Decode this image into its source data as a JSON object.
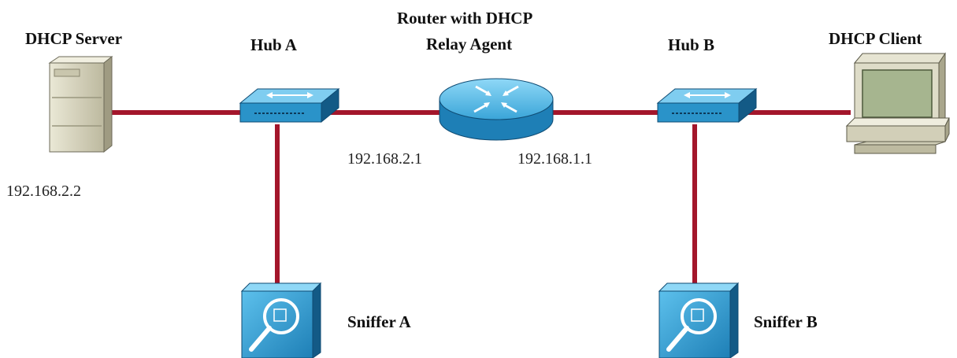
{
  "diagram": {
    "colors": {
      "link": "#a3162b",
      "device_blue": "#2a93c9",
      "device_light": "#7fcdf0",
      "device_dark": "#135a86",
      "server_beige": "#d6d3bd",
      "monitor_green": "#a6b58f"
    },
    "nodes": {
      "server": {
        "title": "DHCP Server",
        "ip": "192.168.2.2",
        "icon": "server-tower-icon"
      },
      "hub_a": {
        "title": "Hub A",
        "icon": "hub-icon"
      },
      "router": {
        "title_line1": "Router with DHCP",
        "title_line2": "Relay Agent",
        "ip_left": "192.168.2.1",
        "ip_right": "192.168.1.1",
        "icon": "router-icon"
      },
      "hub_b": {
        "title": "Hub B",
        "icon": "hub-icon"
      },
      "client": {
        "title": "DHCP Client",
        "icon": "desktop-computer-icon"
      },
      "sniffer_a": {
        "title": "Sniffer A",
        "icon": "sniffer-magnifier-icon"
      },
      "sniffer_b": {
        "title": "Sniffer B",
        "icon": "sniffer-magnifier-icon"
      }
    }
  }
}
